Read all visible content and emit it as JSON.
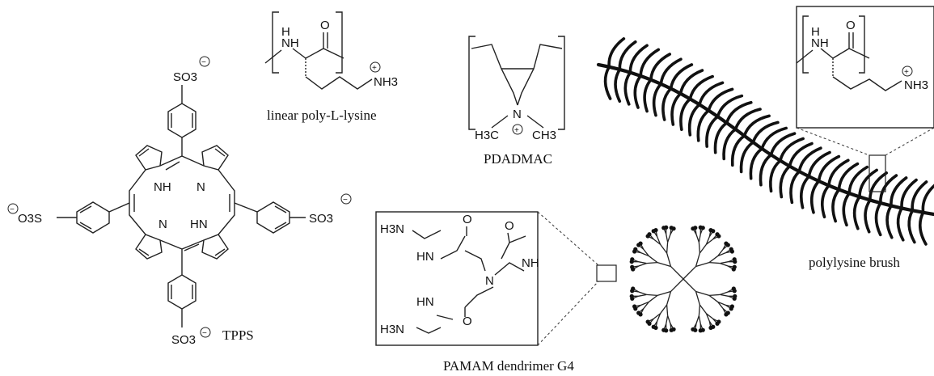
{
  "labels": {
    "tpps": "TPPS",
    "linear_pll": "linear poly-L-lysine",
    "pdadmac": "PDADMAC",
    "pamam": "PAMAM dendrimer G4",
    "brush": "polylysine brush"
  },
  "atoms": {
    "so3": "SO3",
    "o3s": "O3S",
    "nh": "NH",
    "hn": "HN",
    "n": "N",
    "h": "H",
    "o": "O",
    "nh3": "NH3",
    "h3n": "H3N",
    "h3c": "H3C",
    "ch3": "CH3"
  },
  "charges": {
    "minus": "−",
    "plus": "+"
  }
}
